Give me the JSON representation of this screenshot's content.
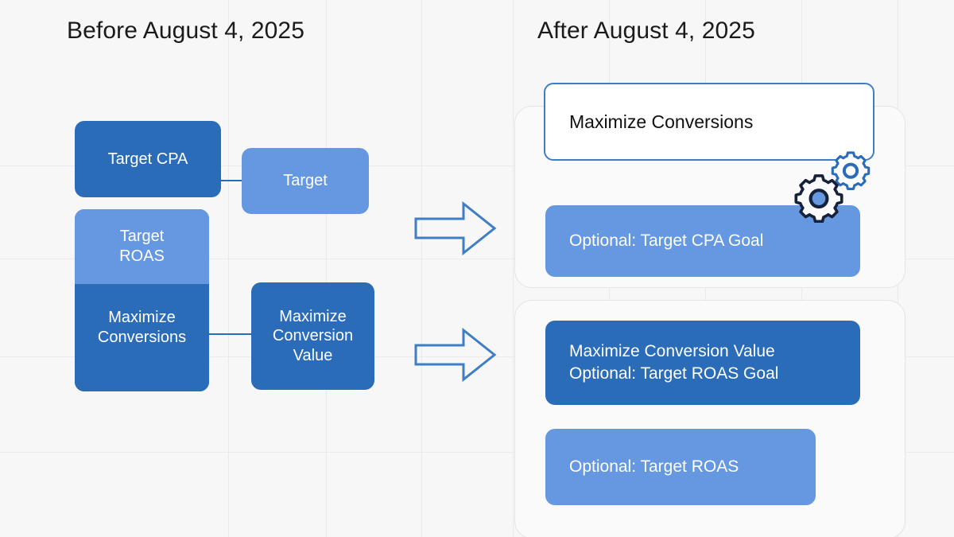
{
  "headings": {
    "before": "Before August 4, 2025",
    "after": "After August 4, 2025"
  },
  "before_section": {
    "nodes": [
      {
        "id": "target-cpa",
        "label": "Target CPA",
        "style": "dark"
      },
      {
        "id": "target-roas",
        "label": "Target\nROAS",
        "style": "light"
      },
      {
        "id": "maximize-conversions",
        "label": "Maximize\nConversions",
        "style": "dark"
      },
      {
        "id": "target",
        "label": "Target",
        "style": "light"
      },
      {
        "id": "maximize-conversion-value",
        "label": "Maximize\nConversion\nValue",
        "style": "dark"
      }
    ]
  },
  "after_section": {
    "panels": [
      {
        "id": "panel-top",
        "cards": [
          {
            "id": "maximize-conversions-card",
            "label": "Maximize Conversions",
            "style": "white-outlined"
          },
          {
            "id": "optional-target-cpa-goal",
            "label": "Optional: Target CPA Goal",
            "style": "light"
          }
        ]
      },
      {
        "id": "panel-bottom",
        "cards": [
          {
            "id": "maximize-conversion-value-card",
            "label": "Maximize Conversion Value\nOptional: Target ROAS Goal",
            "style": "dark"
          },
          {
            "id": "optional-target-roas",
            "label": "Optional: Target ROAS",
            "style": "light"
          }
        ]
      }
    ]
  },
  "arrows": [
    {
      "id": "arrow-top",
      "direction": "right"
    },
    {
      "id": "arrow-bottom",
      "direction": "right"
    }
  ],
  "icons": [
    {
      "id": "gear-large",
      "name": "gear-icon",
      "stroke": "#16213a"
    },
    {
      "id": "gear-small",
      "name": "gear-icon",
      "stroke": "#2b6cb9"
    }
  ],
  "colors": {
    "background": "#f7f7f7",
    "blue_dark": "#2b6cb9",
    "blue_light": "#6698e2",
    "arrow_stroke": "#3d7ec4",
    "panel_border": "#e3e4e6",
    "grid_line": "#e9eaec",
    "heading_text": "#1b1b1b",
    "card_text_dark": "#111111",
    "card_text_light": "#ffffff"
  },
  "grid": {
    "vertical_x": [
      287,
      410,
      530,
      645,
      766,
      887,
      1008,
      1129
    ],
    "horizontal_y": [
      208,
      325,
      448,
      568
    ]
  }
}
